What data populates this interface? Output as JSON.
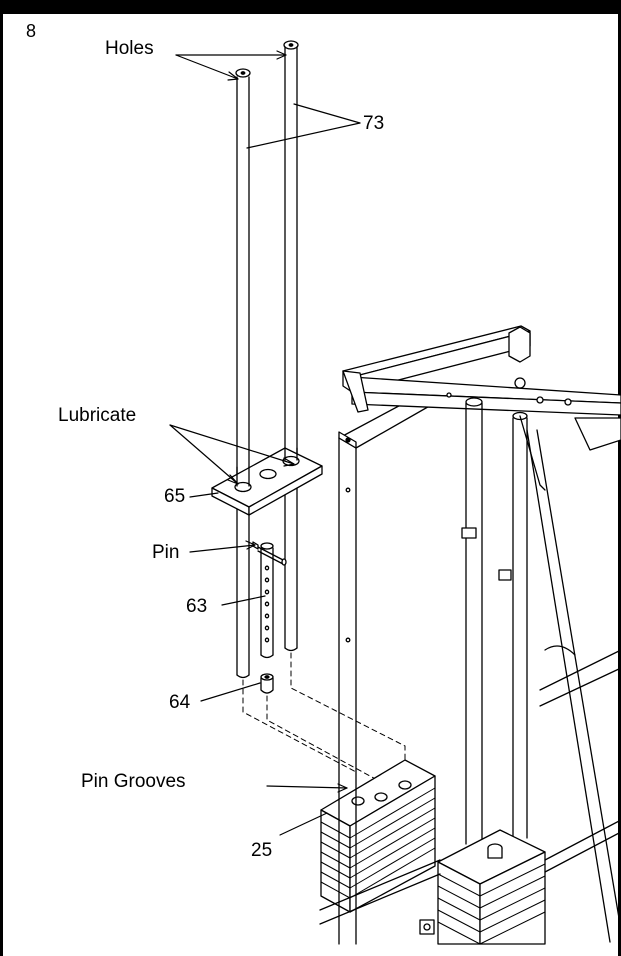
{
  "step_number": "8",
  "labels": {
    "holes": "Holes",
    "part_73": "73",
    "lubricate": "Lubricate",
    "part_65": "65",
    "pin": "Pin",
    "part_63": "63",
    "part_64": "64",
    "pin_grooves": "Pin Grooves",
    "part_25": "25"
  }
}
